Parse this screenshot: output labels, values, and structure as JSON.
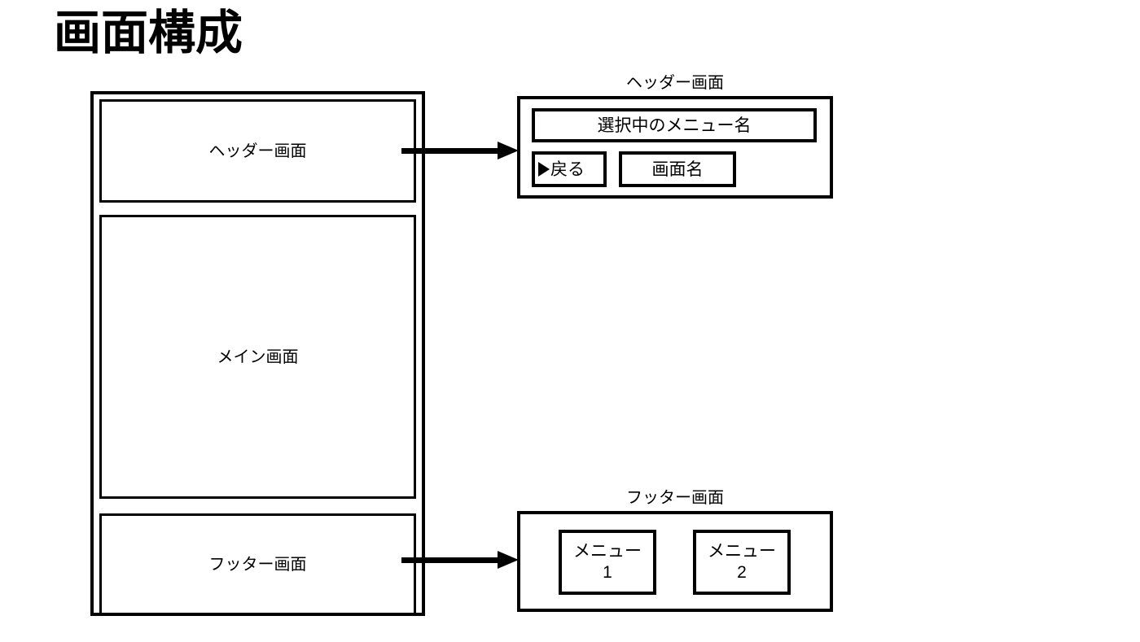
{
  "page": {
    "title": "画面構成"
  },
  "device_mockup": {
    "name": "screen-layout-mockup",
    "sections": [
      {
        "id": "header",
        "label": "ヘッダー画面"
      },
      {
        "id": "main",
        "label": "メイン画面"
      },
      {
        "id": "footer",
        "label": "フッター画面"
      }
    ]
  },
  "arrows": [
    {
      "id": "header-arrow",
      "from": "header",
      "to": "header-detail",
      "direction": "right"
    },
    {
      "id": "footer-arrow",
      "from": "footer",
      "to": "footer-detail",
      "direction": "right"
    }
  ],
  "header_detail": {
    "caption": "ヘッダー画面",
    "selected_menu_name": "選択中のメニュー名",
    "back_button": "戻る",
    "back_button_icon": "triangle-right-icon",
    "screen_name": "画面名"
  },
  "footer_detail": {
    "caption": "フッター画面",
    "menus": [
      {
        "id": "menu-1",
        "label": "メニュー\n1"
      },
      {
        "id": "menu-2",
        "label": "メニュー\n2"
      }
    ]
  },
  "colors": {
    "ink": "#000000",
    "background": "#ffffff"
  }
}
